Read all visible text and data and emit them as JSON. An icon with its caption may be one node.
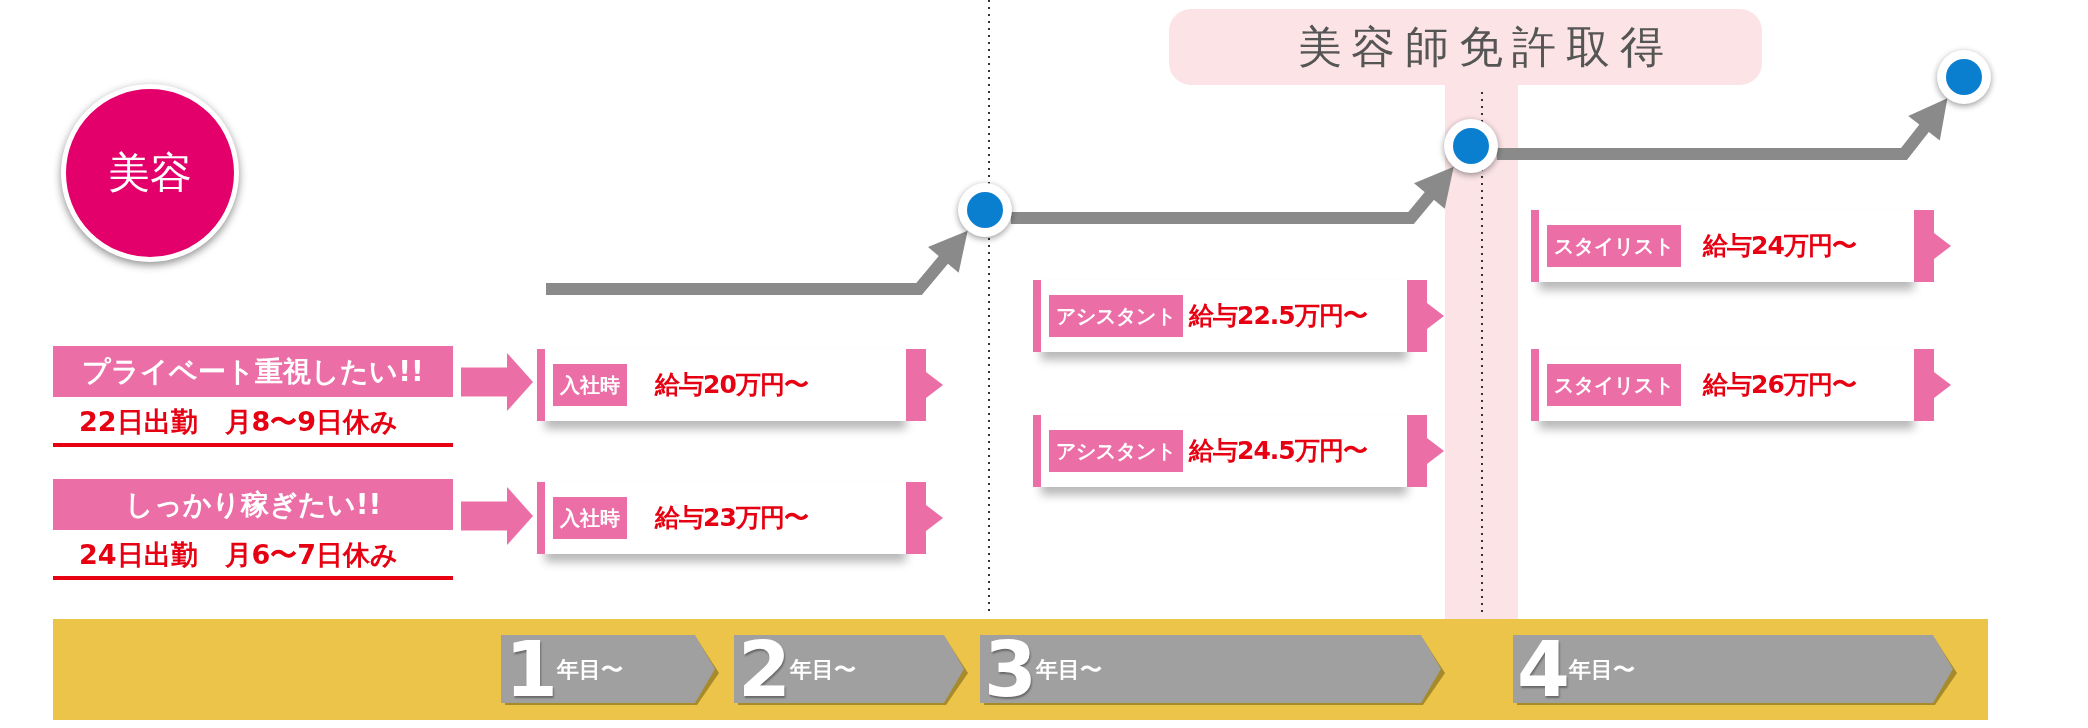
{
  "diagram": {
    "nodes": [
      {
        "text": [
          "美容"
        ]
      },
      {
        "text": [
          "プライベート重視したい!!"
        ],
        "beside": [
          "22日出勤　月8〜9日休み"
        ]
      },
      {
        "text": [
          "しっかり稼ぎたい!!"
        ],
        "beside": [
          "24日出勤　月6〜7日休み"
        ]
      },
      {
        "text": [
          "入社時",
          "給与20万円〜"
        ]
      },
      {
        "text": [
          "入社時",
          "給与23万円〜"
        ]
      },
      {
        "text": [
          "アシスタント",
          "給与22.5万円〜"
        ]
      },
      {
        "text": [
          "アシスタント",
          "給与24.5万円〜"
        ]
      },
      {
        "text": [
          "スタイリスト",
          "給与24万円〜"
        ]
      },
      {
        "text": [
          "スタイリスト",
          "給与26万円〜"
        ]
      },
      {
        "text": [
          "美容師免許取得"
        ]
      },
      {
        "text": [],
        "shape": "circle"
      },
      {
        "text": [],
        "shape": "circle"
      },
      {
        "text": [],
        "shape": "circle"
      },
      {
        "text": [],
        "shape": "bar"
      },
      {
        "text": [
          "1",
          "年目〜"
        ],
        "in": 13
      },
      {
        "text": [
          "2",
          "年目〜"
        ],
        "in": 13
      },
      {
        "text": [
          "3",
          "年目〜"
        ],
        "in": 13
      },
      {
        "text": [
          "4",
          "年目〜"
        ],
        "in": 13
      }
    ],
    "edges": [
      {
        "from": 1,
        "to": 3,
        "arrow": "to",
        "style": "thick",
        "color": "#ec6ea6"
      },
      {
        "from": 2,
        "to": 4,
        "arrow": "to",
        "style": "thick",
        "color": "#ec6ea6"
      },
      {
        "from": null,
        "to": 10,
        "arrow": "to"
      },
      {
        "from": 10,
        "to": 11,
        "arrow": "to"
      },
      {
        "from": 11,
        "to": 12,
        "arrow": "to"
      }
    ]
  }
}
